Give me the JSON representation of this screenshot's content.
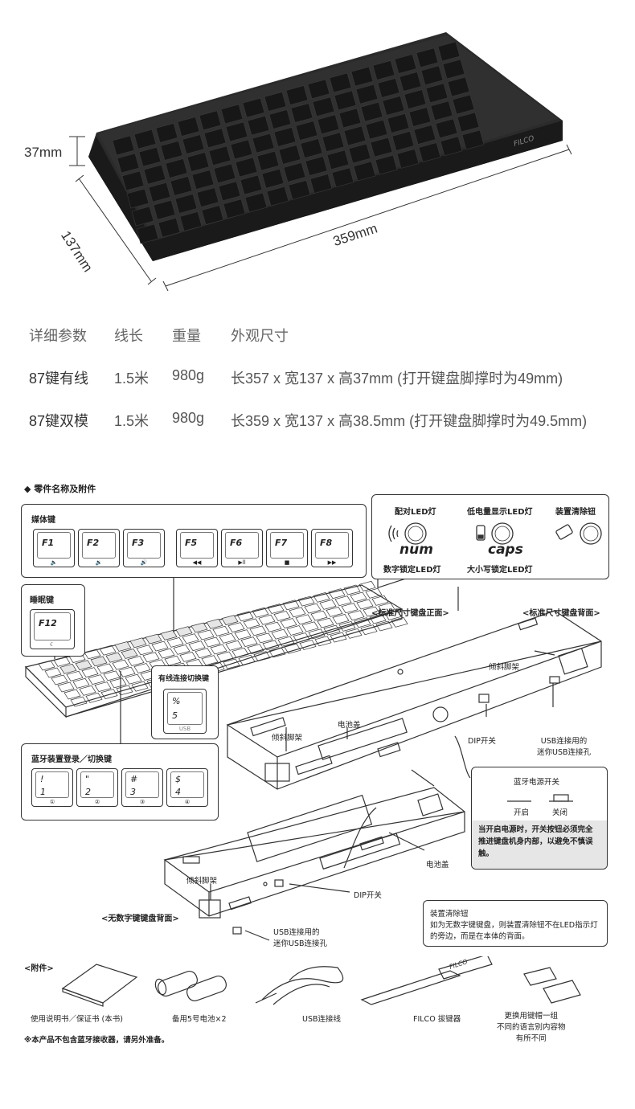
{
  "dimensions": {
    "height": "37mm",
    "depth": "137mm",
    "width": "359mm"
  },
  "brand": "FILCO",
  "spec_table": {
    "headers": [
      "详细参数",
      "线长",
      "重量",
      "外观尺寸"
    ],
    "rows": [
      [
        "87键有线",
        "1.5米",
        "980g",
        "长357 x 宽137 x 高37mm (打开键盘脚撑时为49mm)"
      ],
      [
        "87键双模",
        "1.5米",
        "980g",
        "长359 x 宽137 x 高38.5mm (打开键盘脚撑时为49.5mm)"
      ]
    ]
  },
  "parts": {
    "section_title": "◆ 零件名称及附件",
    "media_keys": {
      "title": "媒体键",
      "keys": [
        {
          "label": "F1",
          "icon": "🔈"
        },
        {
          "label": "F2",
          "icon": "🔉"
        },
        {
          "label": "F3",
          "icon": "🔊"
        },
        {
          "label": "F5",
          "icon": "◀◀"
        },
        {
          "label": "F6",
          "icon": "▶ll"
        },
        {
          "label": "F7",
          "icon": "■"
        },
        {
          "label": "F8",
          "icon": "▶▶"
        }
      ]
    },
    "led": {
      "pair_led": "配对LED灯",
      "low_battery_led": "低电量显示LED灯",
      "reset_button": "装置清除钮",
      "num": "num",
      "caps": "caps",
      "num_lock_led": "数字锁定LED灯",
      "caps_lock_led": "大小写锁定LED灯"
    },
    "sleep_key": {
      "title": "睡眠键",
      "key": "F12"
    },
    "wired_switch_key": {
      "title": "有线连接切换键",
      "top": "%",
      "bottom": "5",
      "sub": "USB"
    },
    "bt_keys": {
      "title": "蓝牙装置登录／切换键",
      "keys": [
        {
          "top": "!",
          "bottom": "1",
          "sub": "①"
        },
        {
          "top": "\"",
          "bottom": "2",
          "sub": "②"
        },
        {
          "top": "#",
          "bottom": "3",
          "sub": "③"
        },
        {
          "top": "$",
          "bottom": "4",
          "sub": "④"
        }
      ]
    },
    "front_label": "<标准尺寸键盘正面>",
    "back_label": "<标准尺寸键盘背面>",
    "tkl_back_label": "<无数字键键盘背面>",
    "tilt_stand": "倾斜脚架",
    "battery_cover": "电池盖",
    "dip_switch": "DIP开关",
    "usb_port": "USB连接用的\n迷你USB连接孔",
    "bt_power_switch": {
      "title": "蓝牙电源开关",
      "on": "开启",
      "off": "关闭",
      "note": "当开启电源时，开关按钮必须完全推进键盘机身内部，以避免不慎误触。"
    },
    "reset_note": {
      "title": "装置清除钮",
      "text": "如为无数字键键盘，则装置清除钮不在LED指示灯的旁边，而是在本体的背面。"
    }
  },
  "accessories": {
    "title": "<附件>",
    "items": [
      "使用说明书／保证书 (本书)",
      "备用5号电池×2",
      "USB连接线",
      "FILCO 拔键器",
      "更换用键帽一组\n不同的语言别内容物\n有所不同"
    ],
    "note": "※本产品不包含蓝牙接收器，请另外准备。"
  },
  "colors": {
    "keyboard": "#2a2a2a",
    "key": "#1c1c1c",
    "line": "#333333",
    "highlight": "#e6e6e6"
  }
}
